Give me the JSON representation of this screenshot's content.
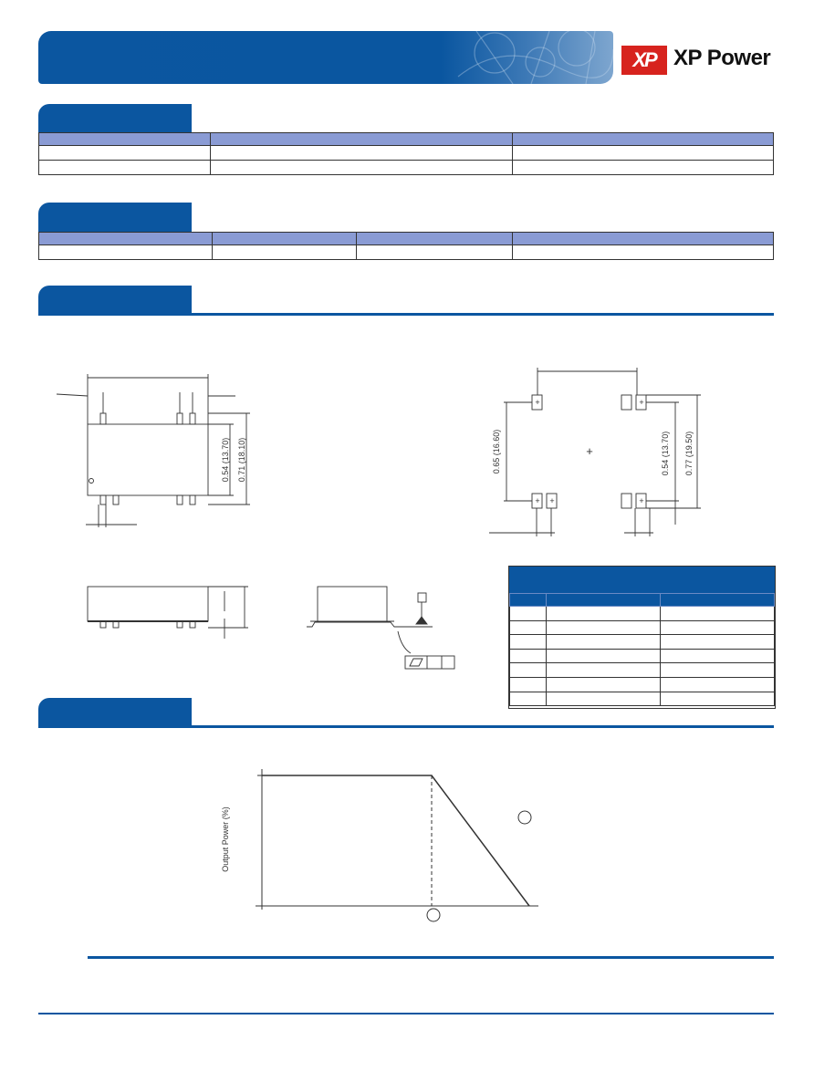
{
  "brand": {
    "logo_mark": "XP",
    "name": "XP Power",
    "color": "#0b56a0",
    "logo_color": "#d7231e"
  },
  "drawing": {
    "dim_height_1": "0.54 (13.70)",
    "dim_height_2": "0.71 (18.10)",
    "dim_pad_1": "0.65 (16.60)",
    "dim_pad_2": "0.54 (13.70)",
    "dim_pad_3": "0.77 (19.50)",
    "pad_marker": "+"
  },
  "chart_data": {
    "type": "line",
    "ylabel": "Output Power (%)",
    "xlabel": "",
    "series": [
      {
        "values": []
      }
    ]
  }
}
